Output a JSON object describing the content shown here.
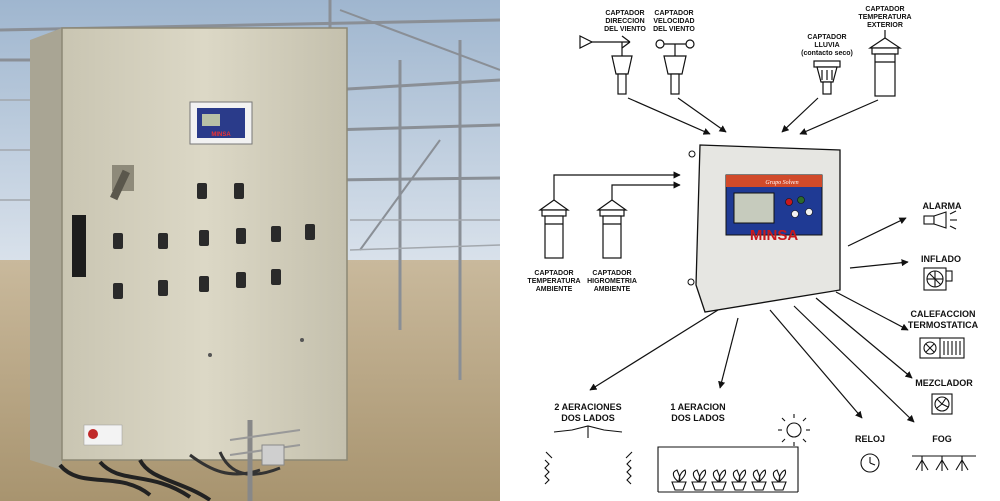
{
  "photo": {
    "screen_brand": "MINSA"
  },
  "controller": {
    "brand": "MINSA",
    "top_text": "Grupo Solven"
  },
  "sensors": {
    "direccion_viento": [
      "CAPTADOR",
      "DIRECCION",
      "DEL VIENTO"
    ],
    "velocidad_viento": [
      "CAPTADOR",
      "VELOCIDAD",
      "DEL VIENTO"
    ],
    "lluvia": [
      "CAPTADOR",
      "LLUVIA",
      "(contacto seco)"
    ],
    "temp_exterior": [
      "CAPTADOR",
      "TEMPERATURA",
      "EXTERIOR"
    ],
    "temp_ambiente": [
      "CAPTADOR",
      "TEMPERATURA",
      "AMBIENTE"
    ],
    "higrometria": [
      "CAPTADOR",
      "HIGROMETRIA",
      "AMBIENTE"
    ]
  },
  "outputs": {
    "alarma": "ALARMA",
    "inflado": "INFLADO",
    "calefaccion": [
      "CALEFACCION",
      "TERMOSTATICA"
    ],
    "mezclador": "MEZCLADOR",
    "fog": "FOG",
    "reloj": "RELOJ",
    "aeracion_1": [
      "1 AERACION",
      "DOS LADOS"
    ],
    "aeracion_2": [
      "2 AERACIONES",
      "DOS LADOS"
    ]
  },
  "colors": {
    "cabinet": "#d7d3c0",
    "sky": "#b9cbe0",
    "ground": "#b8a68a",
    "ink": "#111111",
    "brand_red": "#c8181c"
  }
}
